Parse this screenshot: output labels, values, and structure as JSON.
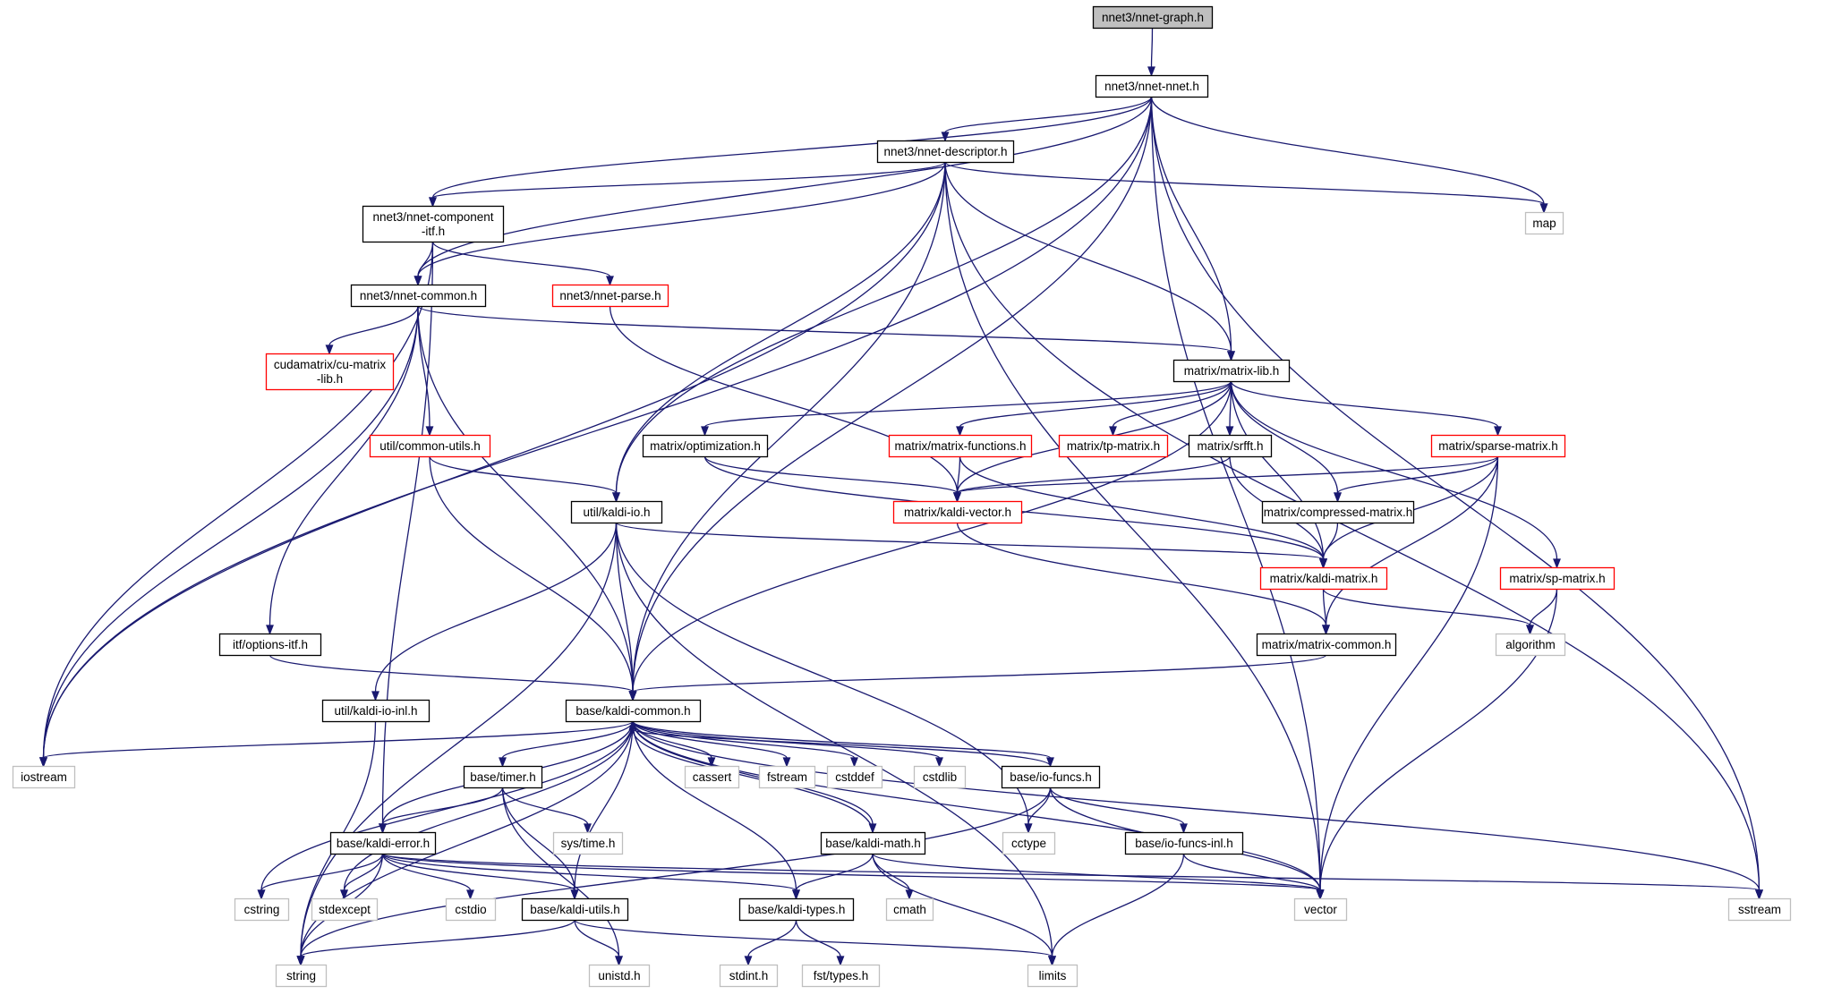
{
  "graph": {
    "colors": {
      "edge": "#191970",
      "node_border_local": "#000000",
      "node_border_has_more": "#ff0000",
      "node_border_system": "#bfbfbf",
      "root_fill": "#bfbfbf",
      "node_fill": "#ffffff"
    },
    "nodes": [
      {
        "id": "nnet_graph",
        "label": [
          "nnet3/nnet-graph.h"
        ],
        "kind": "root"
      },
      {
        "id": "nnet_nnet",
        "label": [
          "nnet3/nnet-nnet.h"
        ],
        "kind": "local"
      },
      {
        "id": "nnet_descriptor",
        "label": [
          "nnet3/nnet-descriptor.h"
        ],
        "kind": "local"
      },
      {
        "id": "nnet_component_itf",
        "label": [
          "nnet3/nnet-component",
          "-itf.h"
        ],
        "kind": "local"
      },
      {
        "id": "map",
        "label": [
          "map"
        ],
        "kind": "system"
      },
      {
        "id": "nnet_parse",
        "label": [
          "nnet3/nnet-parse.h"
        ],
        "kind": "incomplete"
      },
      {
        "id": "nnet_common",
        "label": [
          "nnet3/nnet-common.h"
        ],
        "kind": "local"
      },
      {
        "id": "cu_matrix_lib",
        "label": [
          "cudamatrix/cu-matrix",
          "-lib.h"
        ],
        "kind": "incomplete"
      },
      {
        "id": "matrix_lib",
        "label": [
          "matrix/matrix-lib.h"
        ],
        "kind": "local"
      },
      {
        "id": "common_utils",
        "label": [
          "util/common-utils.h"
        ],
        "kind": "incomplete"
      },
      {
        "id": "optimization",
        "label": [
          "matrix/optimization.h"
        ],
        "kind": "local"
      },
      {
        "id": "matrix_functions",
        "label": [
          "matrix/matrix-functions.h"
        ],
        "kind": "incomplete"
      },
      {
        "id": "tp_matrix",
        "label": [
          "matrix/tp-matrix.h"
        ],
        "kind": "incomplete"
      },
      {
        "id": "srfft",
        "label": [
          "matrix/srfft.h"
        ],
        "kind": "local"
      },
      {
        "id": "sparse_matrix",
        "label": [
          "matrix/sparse-matrix.h"
        ],
        "kind": "incomplete"
      },
      {
        "id": "kaldi_io",
        "label": [
          "util/kaldi-io.h"
        ],
        "kind": "local"
      },
      {
        "id": "kaldi_vector",
        "label": [
          "matrix/kaldi-vector.h"
        ],
        "kind": "incomplete"
      },
      {
        "id": "compressed_matrix",
        "label": [
          "matrix/compressed-matrix.h"
        ],
        "kind": "local"
      },
      {
        "id": "kaldi_matrix",
        "label": [
          "matrix/kaldi-matrix.h"
        ],
        "kind": "incomplete"
      },
      {
        "id": "sp_matrix",
        "label": [
          "matrix/sp-matrix.h"
        ],
        "kind": "incomplete"
      },
      {
        "id": "options_itf",
        "label": [
          "itf/options-itf.h"
        ],
        "kind": "local"
      },
      {
        "id": "matrix_common",
        "label": [
          "matrix/matrix-common.h"
        ],
        "kind": "local"
      },
      {
        "id": "algorithm",
        "label": [
          "algorithm"
        ],
        "kind": "system"
      },
      {
        "id": "kaldi_io_inl",
        "label": [
          "util/kaldi-io-inl.h"
        ],
        "kind": "local"
      },
      {
        "id": "kaldi_common",
        "label": [
          "base/kaldi-common.h"
        ],
        "kind": "local"
      },
      {
        "id": "iostream",
        "label": [
          "iostream"
        ],
        "kind": "system"
      },
      {
        "id": "base_timer",
        "label": [
          "base/timer.h"
        ],
        "kind": "local"
      },
      {
        "id": "cassert",
        "label": [
          "cassert"
        ],
        "kind": "system"
      },
      {
        "id": "fstream",
        "label": [
          "fstream"
        ],
        "kind": "system"
      },
      {
        "id": "cstddef",
        "label": [
          "cstddef"
        ],
        "kind": "system"
      },
      {
        "id": "cstdlib",
        "label": [
          "cstdlib"
        ],
        "kind": "system"
      },
      {
        "id": "io_funcs",
        "label": [
          "base/io-funcs.h"
        ],
        "kind": "local"
      },
      {
        "id": "kaldi_error",
        "label": [
          "base/kaldi-error.h"
        ],
        "kind": "local"
      },
      {
        "id": "sys_time",
        "label": [
          "sys/time.h"
        ],
        "kind": "system"
      },
      {
        "id": "kaldi_math",
        "label": [
          "base/kaldi-math.h"
        ],
        "kind": "local"
      },
      {
        "id": "cctype",
        "label": [
          "cctype"
        ],
        "kind": "system"
      },
      {
        "id": "io_funcs_inl",
        "label": [
          "base/io-funcs-inl.h"
        ],
        "kind": "local"
      },
      {
        "id": "cstring",
        "label": [
          "cstring"
        ],
        "kind": "system"
      },
      {
        "id": "stdexcept",
        "label": [
          "stdexcept"
        ],
        "kind": "system"
      },
      {
        "id": "cstdio",
        "label": [
          "cstdio"
        ],
        "kind": "system"
      },
      {
        "id": "kaldi_utils",
        "label": [
          "base/kaldi-utils.h"
        ],
        "kind": "local"
      },
      {
        "id": "kaldi_types",
        "label": [
          "base/kaldi-types.h"
        ],
        "kind": "local"
      },
      {
        "id": "cmath",
        "label": [
          "cmath"
        ],
        "kind": "system"
      },
      {
        "id": "vector",
        "label": [
          "vector"
        ],
        "kind": "system"
      },
      {
        "id": "sstream",
        "label": [
          "sstream"
        ],
        "kind": "system"
      },
      {
        "id": "string",
        "label": [
          "string"
        ],
        "kind": "system"
      },
      {
        "id": "unistd",
        "label": [
          "unistd.h"
        ],
        "kind": "system"
      },
      {
        "id": "stdint",
        "label": [
          "stdint.h"
        ],
        "kind": "system"
      },
      {
        "id": "fst_types",
        "label": [
          "fst/types.h"
        ],
        "kind": "system"
      },
      {
        "id": "limits",
        "label": [
          "limits"
        ],
        "kind": "system"
      }
    ],
    "edges": [
      [
        "nnet_graph",
        "nnet_nnet"
      ],
      [
        "nnet_nnet",
        "nnet_descriptor"
      ],
      [
        "nnet_nnet",
        "nnet_component_itf"
      ],
      [
        "nnet_nnet",
        "nnet_common"
      ],
      [
        "nnet_nnet",
        "iostream"
      ],
      [
        "nnet_nnet",
        "map"
      ],
      [
        "nnet_nnet",
        "matrix_lib"
      ],
      [
        "nnet_nnet",
        "kaldi_io"
      ],
      [
        "nnet_nnet",
        "kaldi_common"
      ],
      [
        "nnet_nnet",
        "vector"
      ],
      [
        "nnet_nnet",
        "sstream"
      ],
      [
        "nnet_descriptor",
        "nnet_component_itf"
      ],
      [
        "nnet_descriptor",
        "nnet_common"
      ],
      [
        "nnet_descriptor",
        "map"
      ],
      [
        "nnet_descriptor",
        "iostream"
      ],
      [
        "nnet_descriptor",
        "matrix_lib"
      ],
      [
        "nnet_descriptor",
        "kaldi_io"
      ],
      [
        "nnet_descriptor",
        "kaldi_common"
      ],
      [
        "nnet_descriptor",
        "vector"
      ],
      [
        "nnet_descriptor",
        "sstream"
      ],
      [
        "nnet_component_itf",
        "nnet_common"
      ],
      [
        "nnet_component_itf",
        "nnet_parse"
      ],
      [
        "nnet_component_itf",
        "iostream"
      ],
      [
        "nnet_component_itf",
        "kaldi_error"
      ],
      [
        "nnet_parse",
        "kaldi_vector"
      ],
      [
        "nnet_common",
        "cu_matrix_lib"
      ],
      [
        "nnet_common",
        "matrix_lib"
      ],
      [
        "nnet_common",
        "common_utils"
      ],
      [
        "nnet_common",
        "options_itf"
      ],
      [
        "nnet_common",
        "iostream"
      ],
      [
        "nnet_common",
        "kaldi_common"
      ],
      [
        "common_utils",
        "kaldi_io"
      ],
      [
        "common_utils",
        "kaldi_common"
      ],
      [
        "matrix_lib",
        "optimization"
      ],
      [
        "matrix_lib",
        "matrix_functions"
      ],
      [
        "matrix_lib",
        "tp_matrix"
      ],
      [
        "matrix_lib",
        "srfft"
      ],
      [
        "matrix_lib",
        "sparse_matrix"
      ],
      [
        "matrix_lib",
        "sp_matrix"
      ],
      [
        "matrix_lib",
        "kaldi_vector"
      ],
      [
        "matrix_lib",
        "compressed_matrix"
      ],
      [
        "matrix_lib",
        "kaldi_matrix"
      ],
      [
        "matrix_lib",
        "kaldi_common"
      ],
      [
        "optimization",
        "kaldi_vector"
      ],
      [
        "optimization",
        "kaldi_matrix"
      ],
      [
        "matrix_functions",
        "kaldi_vector"
      ],
      [
        "matrix_functions",
        "kaldi_matrix"
      ],
      [
        "srfft",
        "kaldi_vector"
      ],
      [
        "srfft",
        "kaldi_matrix"
      ],
      [
        "sparse_matrix",
        "kaldi_vector"
      ],
      [
        "sparse_matrix",
        "compressed_matrix"
      ],
      [
        "sparse_matrix",
        "kaldi_matrix"
      ],
      [
        "sparse_matrix",
        "matrix_common"
      ],
      [
        "sparse_matrix",
        "vector"
      ],
      [
        "sp_matrix",
        "algorithm"
      ],
      [
        "sp_matrix",
        "vector"
      ],
      [
        "kaldi_vector",
        "matrix_common"
      ],
      [
        "compressed_matrix",
        "kaldi_matrix"
      ],
      [
        "kaldi_matrix",
        "matrix_common"
      ],
      [
        "kaldi_matrix",
        "algorithm"
      ],
      [
        "matrix_common",
        "kaldi_common"
      ],
      [
        "kaldi_io",
        "kaldi_matrix"
      ],
      [
        "kaldi_io",
        "kaldi_common"
      ],
      [
        "kaldi_io",
        "kaldi_io_inl"
      ],
      [
        "kaldi_io",
        "string"
      ],
      [
        "kaldi_io",
        "limits"
      ],
      [
        "kaldi_io",
        "cctype"
      ],
      [
        "options_itf",
        "kaldi_common"
      ],
      [
        "kaldi_io_inl",
        "string"
      ],
      [
        "kaldi_common",
        "iostream"
      ],
      [
        "kaldi_common",
        "base_timer"
      ],
      [
        "kaldi_common",
        "cassert"
      ],
      [
        "kaldi_common",
        "fstream"
      ],
      [
        "kaldi_common",
        "cstddef"
      ],
      [
        "kaldi_common",
        "cstdlib"
      ],
      [
        "kaldi_common",
        "io_funcs"
      ],
      [
        "kaldi_common",
        "kaldi_error"
      ],
      [
        "kaldi_common",
        "kaldi_math"
      ],
      [
        "kaldi_common",
        "kaldi_utils"
      ],
      [
        "kaldi_common",
        "kaldi_types"
      ],
      [
        "kaldi_common",
        "cstring"
      ],
      [
        "kaldi_common",
        "stdexcept"
      ],
      [
        "kaldi_common",
        "string"
      ],
      [
        "kaldi_common",
        "vector"
      ],
      [
        "kaldi_common",
        "sstream"
      ],
      [
        "base_timer",
        "kaldi_error"
      ],
      [
        "base_timer",
        "sys_time"
      ],
      [
        "base_timer",
        "kaldi_utils"
      ],
      [
        "base_timer",
        "unistd"
      ],
      [
        "io_funcs",
        "kaldi_common"
      ],
      [
        "io_funcs",
        "cctype"
      ],
      [
        "io_funcs",
        "io_funcs_inl"
      ],
      [
        "io_funcs",
        "vector"
      ],
      [
        "io_funcs",
        "string"
      ],
      [
        "io_funcs_inl",
        "vector"
      ],
      [
        "io_funcs_inl",
        "limits"
      ],
      [
        "kaldi_math",
        "kaldi_common"
      ],
      [
        "kaldi_math",
        "kaldi_types"
      ],
      [
        "kaldi_math",
        "cmath"
      ],
      [
        "kaldi_math",
        "limits"
      ],
      [
        "kaldi_math",
        "vector"
      ],
      [
        "kaldi_error",
        "cstring"
      ],
      [
        "kaldi_error",
        "stdexcept"
      ],
      [
        "kaldi_error",
        "cstdio"
      ],
      [
        "kaldi_error",
        "kaldi_utils"
      ],
      [
        "kaldi_error",
        "kaldi_types"
      ],
      [
        "kaldi_error",
        "string"
      ],
      [
        "kaldi_error",
        "vector"
      ],
      [
        "kaldi_error",
        "sstream"
      ],
      [
        "kaldi_utils",
        "string"
      ],
      [
        "kaldi_utils",
        "unistd"
      ],
      [
        "kaldi_utils",
        "limits"
      ],
      [
        "kaldi_types",
        "stdint"
      ],
      [
        "kaldi_types",
        "fst_types"
      ]
    ]
  }
}
